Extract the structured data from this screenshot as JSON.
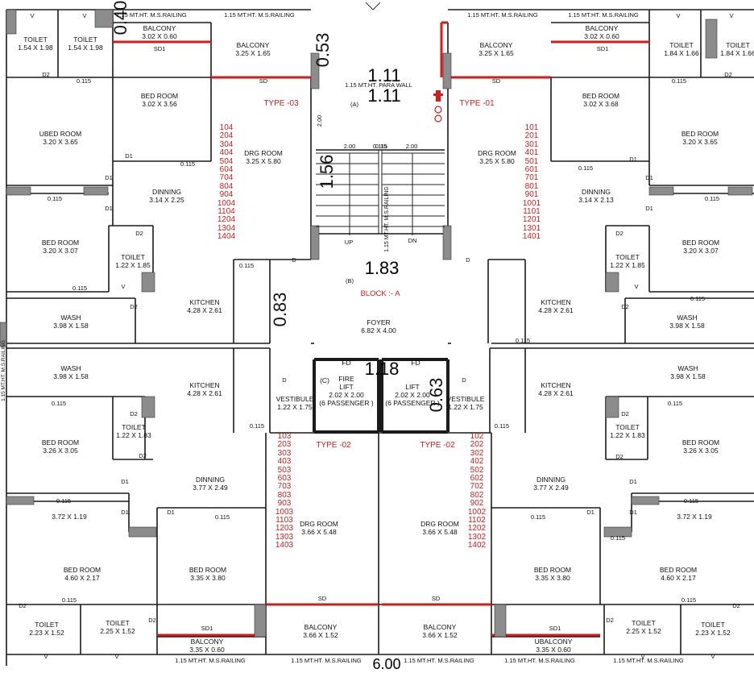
{
  "rooms": [
    {
      "name": "TOILET",
      "size": "1.54 X 1.98"
    },
    {
      "name": "TOILET",
      "size": "1.54 X 1.98"
    },
    {
      "name": "BALCONY",
      "size": "3.02 X 0.60"
    },
    {
      "name": "BALCONY",
      "size": "3.25 X 1.65"
    },
    {
      "name": "BALCONY",
      "size": "3.25 X 1.65"
    },
    {
      "name": "BALCONY",
      "size": "3.02 X 0.60"
    },
    {
      "name": "TOILET",
      "size": "1.84 X 1.66"
    },
    {
      "name": "TOILET",
      "size": "1.84 X 1.66"
    },
    {
      "name": "UBED ROOM",
      "size": "3.20 X 3.65"
    },
    {
      "name": "BED ROOM",
      "size": "3.02 X 3.56"
    },
    {
      "name": "DRG ROOM",
      "size": "3.25 X 5.80"
    },
    {
      "name": "DRG ROOM",
      "size": "3.25 X 5.80"
    },
    {
      "name": "BED ROOM",
      "size": "3.02 X 3.68"
    },
    {
      "name": "BED ROOM",
      "size": "3.20 X 3.65"
    },
    {
      "name": "DINNING",
      "size": "3.14 X 2.25"
    },
    {
      "name": "DINNING",
      "size": "3.14 X 2.13"
    },
    {
      "name": "BED ROOM",
      "size": "3.20 X 3.07"
    },
    {
      "name": "TOILET",
      "size": "1.22 X 1.85"
    },
    {
      "name": "TOILET",
      "size": "1.22 X 1.85"
    },
    {
      "name": "BED ROOM",
      "size": "3.20 X 3.07"
    },
    {
      "name": "KITCHEN",
      "size": "4.28 X 2.61"
    },
    {
      "name": "KITCHEN",
      "size": "4.28 X 2.61"
    },
    {
      "name": "WASH",
      "size": "3.98 X 1.58"
    },
    {
      "name": "FOYER",
      "size": "6.82 X 4.00"
    },
    {
      "name": "WASH",
      "size": "3.98 X 1.58"
    },
    {
      "name": "WASH",
      "size": "3.98 X 1.58"
    },
    {
      "name": "KITCHEN",
      "size": "4.28 X 2.61"
    },
    {
      "name": "KITCHEN",
      "size": "4.28 X 2.61"
    },
    {
      "name": "WASH",
      "size": "3.98 X 1.58"
    },
    {
      "name": "VESTIBULE",
      "size": "1.22 X 1.75"
    },
    {
      "name": "VESTIBULE",
      "size": "1.22 X 1.75"
    },
    {
      "name": "TOILET",
      "size": "1.22 X 1.83"
    },
    {
      "name": "TOILET",
      "size": "1.22 X 1.83"
    },
    {
      "name": "BED ROOM",
      "size": "3.26 X 3.05"
    },
    {
      "name": "BED ROOM",
      "size": "3.26 X 3.05"
    },
    {
      "name": "DINNING",
      "size": "3.77 X 2.49"
    },
    {
      "name": "DINNING",
      "size": "3.77 X 2.49"
    },
    {
      "name": "",
      "size": "3.72 X 1.19"
    },
    {
      "name": "",
      "size": "3.72 X 1.19"
    },
    {
      "name": "DRG ROOM",
      "size": "3.66 X 5.48"
    },
    {
      "name": "DRG ROOM",
      "size": "3.66 X  5.48"
    },
    {
      "name": "BED ROOM",
      "size": "4.60 X 2.17"
    },
    {
      "name": "BED ROOM",
      "size": "3.35 X 3.80"
    },
    {
      "name": "BED ROOM",
      "size": "3.35 X 3.80"
    },
    {
      "name": "BED ROOM",
      "size": "4.60 X 2.17"
    },
    {
      "name": "TOILET",
      "size": "2.23 X 1.52"
    },
    {
      "name": "TOILET",
      "size": "2.25 X 1.52"
    },
    {
      "name": "BALCONY",
      "size": "3.35 X 0.60"
    },
    {
      "name": "BALCONY",
      "size": "3.66 X 1.52"
    },
    {
      "name": "BALCONY",
      "size": "3.66 X 1.52"
    },
    {
      "name": "UBALCONY",
      "size": "3.35 X 0.60"
    },
    {
      "name": "TOILET",
      "size": "2.25 X 1.52"
    },
    {
      "name": "TOILET",
      "size": "2.23 X 1.52"
    }
  ],
  "lifts": [
    {
      "name": "FIRE",
      "line2": "LIFT",
      "size": "2.02 X 2.00",
      "capacity": "(6 PASSENGER )",
      "fd": "FD",
      "tag": "(C)"
    },
    {
      "name": "LIFT",
      "size": "2.02 X 2.00",
      "capacity": "(6 PASSENGER )",
      "fd": "FD"
    }
  ],
  "types": [
    "TYPE -03",
    "TYPE -01",
    "TYPE -02",
    "TYPE -02"
  ],
  "unit_numbers": {
    "type03": [
      "104",
      "204",
      "304",
      "404",
      "504",
      "604",
      "704",
      "804",
      "904",
      "1004",
      "1104",
      "1204",
      "1304",
      "1404"
    ],
    "type01": [
      "101",
      "201",
      "301",
      "401",
      "501",
      "601",
      "701",
      "801",
      "901",
      "1001",
      "1101",
      "1201",
      "1301",
      "1401"
    ],
    "type02_left": [
      "103",
      "203",
      "303",
      "403",
      "503",
      "603",
      "703",
      "803",
      "903",
      "1003",
      "1103",
      "1203",
      "1303",
      "1403"
    ],
    "type02_right": [
      "102",
      "202",
      "302",
      "402",
      "502",
      "602",
      "702",
      "802",
      "902",
      "1002",
      "1102",
      "1202",
      "1302",
      "1402"
    ]
  },
  "railing_labels": [
    "1.15 MT.HT. M.S.RAILING",
    "1.15 MT.HT. M.S.RAILING",
    "1.15 MT.HT. M.S.RAILING",
    "1.15 MT.HT. M.S.RAILING",
    "1.15 MT.HT. M.S.RAILING",
    "1.15 MT.HT. M.S.RAILING",
    "1.15 MT.HT. M.S.RAILING",
    "1.15 MT.HT. M.S.RAILING",
    "1.15 MT.HT. M.S.RAILING",
    "1.15 MT.HT. M.S.RAILING"
  ],
  "para_wall": "1.15 MT.HT. PARA WALL",
  "stair_railing": "1.15 MT.HT. M.S.RAILING",
  "block": "BLOCK :- A",
  "markers": [
    "(A)",
    "(B)"
  ],
  "stair": {
    "up": "UP",
    "dn": "DN",
    "w1": "2.00",
    "gap": "0.15",
    "w2": "2.00",
    "len": "2.00"
  },
  "big_dims": [
    "1.11",
    "1.11",
    "0.53",
    "1.56",
    "1.83",
    "0.83",
    "1.18",
    "0.63",
    "0.40",
    "6.00"
  ],
  "doors": [
    "D",
    "D1",
    "D2",
    "SD",
    "SD1",
    "V",
    "FD"
  ],
  "wall_thk": "0.115",
  "symbols": {
    "fire": "fire-extinguisher-icon",
    "north": "north-arrow-icon"
  },
  "colors": {
    "wall": "#1a1a1a",
    "column": "#8c8c8c",
    "red": "#d21c1c",
    "fill": "#ffffff"
  }
}
